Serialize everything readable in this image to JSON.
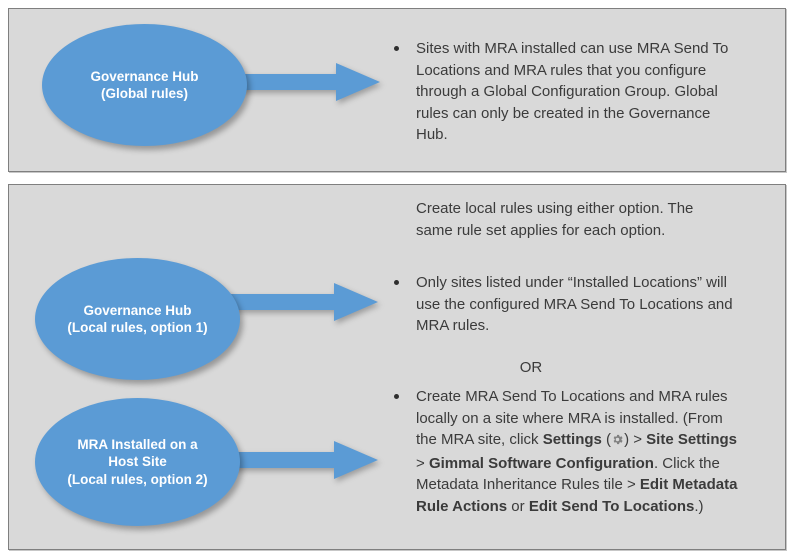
{
  "colors": {
    "panel_background": "#D9D9D9",
    "panel_border": "#7F7F7F",
    "shape_blue": "#5B9BD5",
    "text": "#3B3B3B",
    "shape_text": "#FFFFFF"
  },
  "panels": [
    {
      "id": "global",
      "shape": {
        "line1": "Governance Hub",
        "line2": "(Global rules)"
      },
      "body": {
        "bullet1": "Sites with MRA installed can use MRA Send To Locations and MRA rules that you configure through a Global Configuration Group. Global rules can only be created in the Governance Hub."
      }
    },
    {
      "id": "local",
      "intro": "Create local rules using either option. The same rule set applies for each option.",
      "or_label": "OR",
      "option1": {
        "shape": {
          "line1": "Governance Hub",
          "line2": "(Local rules, option 1)"
        },
        "bullet": "Only sites listed under “Installed Locations” will use the configured MRA Send To Locations and MRA rules."
      },
      "option2": {
        "shape": {
          "line1": "MRA Installed on a",
          "line2": "Host Site",
          "line3": "(Local rules, option 2)"
        },
        "bullet_parts": {
          "p1": "Create MRA Send To Locations and MRA rules locally on a site where MRA is installed. (From the MRA site, click ",
          "b1": "Settings",
          "p2": " (",
          "icon": "gear-icon",
          "p3": ") > ",
          "b2": "Site Settings",
          "p4": " > ",
          "b3": "Gimmal Software Configuration",
          "p5": ". Click the Metadata Inheritance Rules tile > ",
          "b4": "Edit Metadata Rule Actions",
          "p6": " or ",
          "b5": "Edit Send To Locations",
          "p7": ".)"
        }
      }
    }
  ]
}
